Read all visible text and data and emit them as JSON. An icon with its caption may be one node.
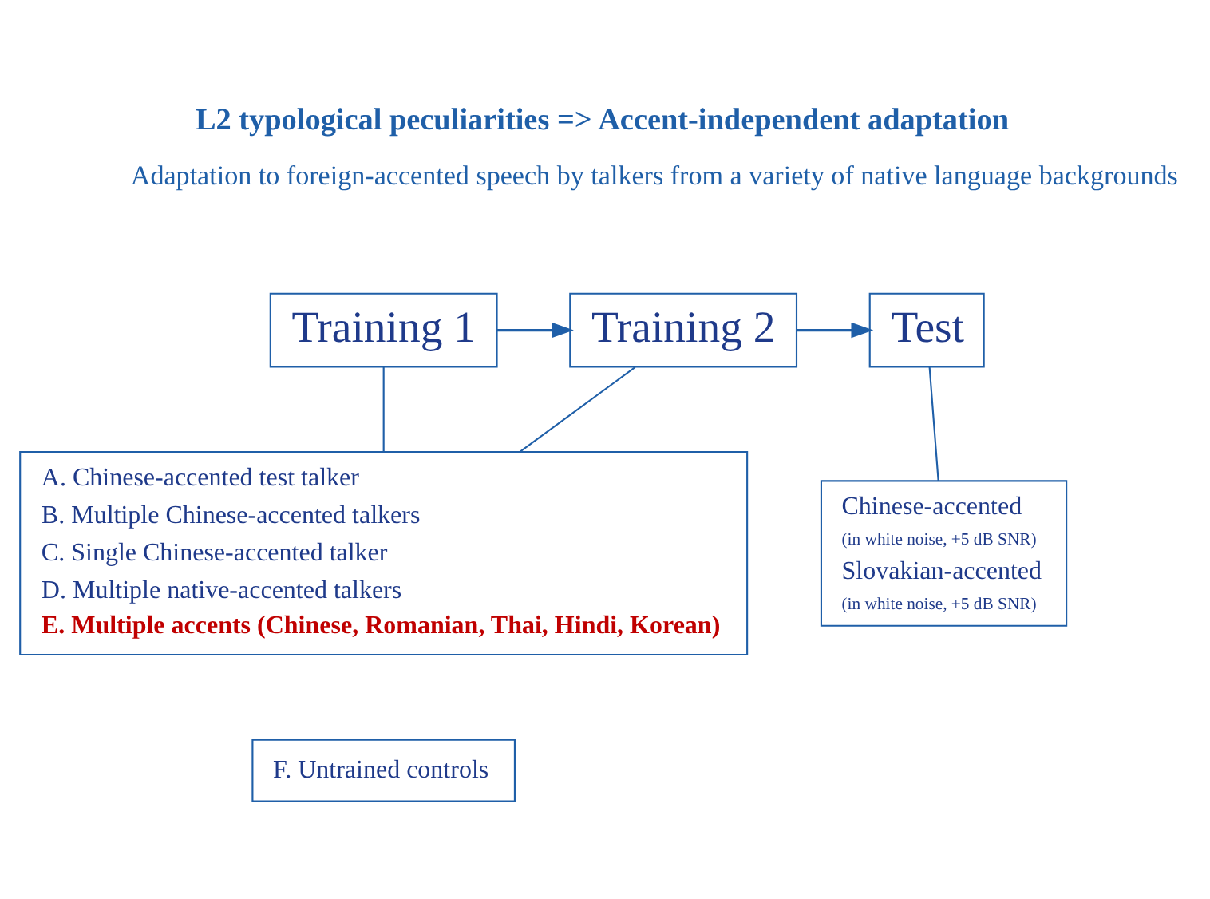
{
  "diagram": {
    "title": "L2 typological peculiarities => Accent-independent adaptation",
    "nodes": [
      {
        "text": [
          "Training 1"
        ]
      },
      {
        "text": [
          "Training 2"
        ]
      },
      {
        "text": [
          "Test"
        ]
      },
      {
        "text": [
          "A. Chinese-accented test talker",
          "B. Multiple Chinese-accented talkers",
          "C. Single Chinese-accented talker",
          "D. Multiple native-accented talkers",
          "E. Multiple accents (Chinese, Romanian, Thai, Hindi, Korean)"
        ]
      },
      {
        "text": [
          "Chinese-accented",
          "(in white noise, +5 dB SNR)",
          "Slovakian-accented",
          "(in white noise, +5 dB SNR)"
        ]
      },
      {
        "text": [
          "F. Untrained controls"
        ]
      }
    ],
    "edges": [
      {
        "from": 0,
        "to": 1,
        "arrow": "to"
      },
      {
        "from": 1,
        "to": 2,
        "arrow": "to"
      },
      {
        "from": 0,
        "to": 3,
        "arrow": "none"
      },
      {
        "from": 1,
        "to": 3,
        "arrow": "none"
      },
      {
        "from": 2,
        "to": 4,
        "arrow": "none"
      }
    ],
    "labels": [
      "Adaptation to foreign-accented speech by talkers from a variety of native language backgrounds"
    ]
  }
}
